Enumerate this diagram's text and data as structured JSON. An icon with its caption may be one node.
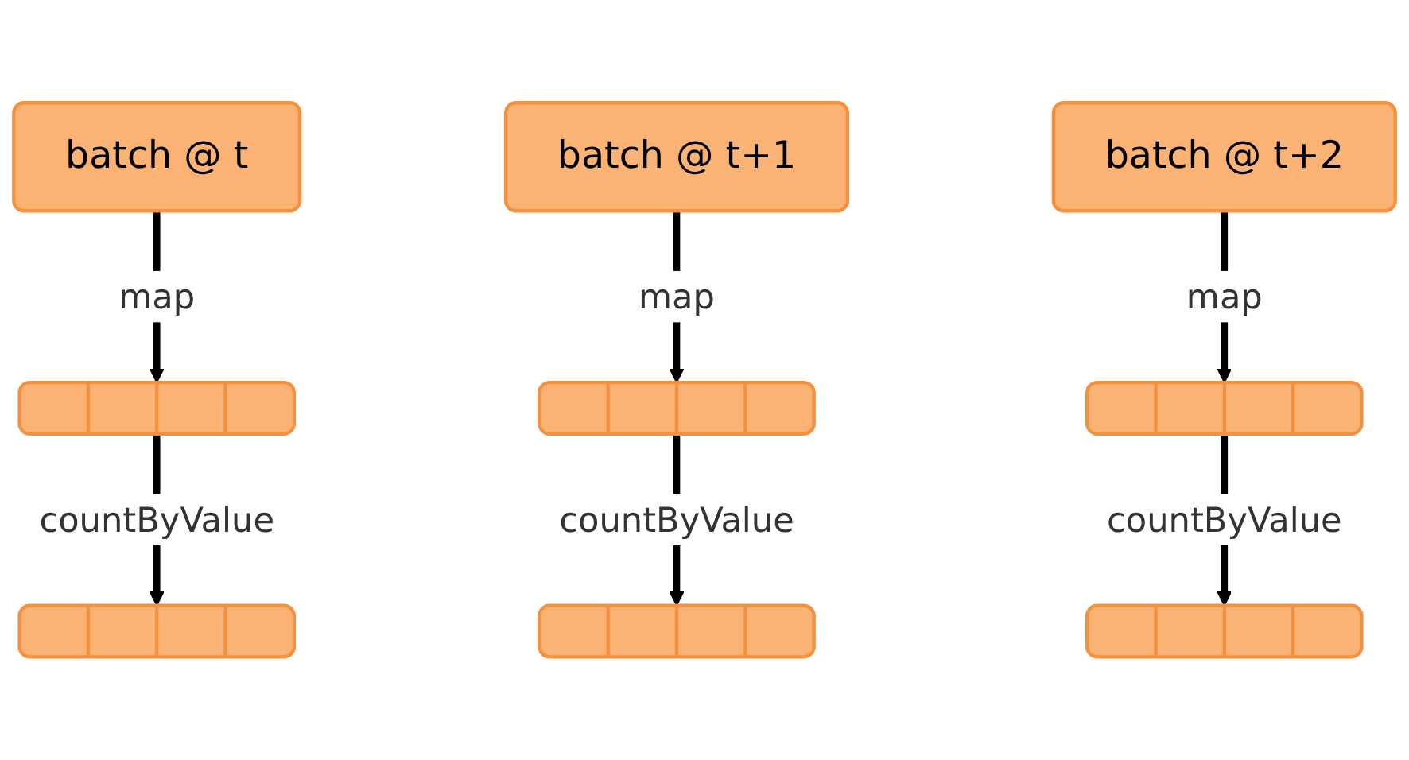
{
  "diagram": {
    "nodes": [
      {
        "text": [
          "batch @ t"
        ]
      },
      {
        "text": [
          "batch @ t+1"
        ]
      },
      {
        "text": [
          "batch @ t+2"
        ]
      },
      {
        "text": [],
        "shape": "bar"
      },
      {
        "text": [],
        "shape": "bar"
      },
      {
        "text": [],
        "shape": "bar"
      },
      {
        "text": [],
        "shape": "bar"
      },
      {
        "text": [],
        "shape": "bar"
      },
      {
        "text": [],
        "shape": "bar"
      }
    ],
    "edges": [
      {
        "from": 0,
        "to": 3,
        "arrow": "to",
        "label": "map"
      },
      {
        "from": 3,
        "to": 6,
        "arrow": "to",
        "label": "countByValue"
      },
      {
        "from": 1,
        "to": 4,
        "arrow": "to",
        "label": "map"
      },
      {
        "from": 4,
        "to": 7,
        "arrow": "to",
        "label": "countByValue"
      },
      {
        "from": 2,
        "to": 5,
        "arrow": "to",
        "label": "map"
      },
      {
        "from": 5,
        "to": 8,
        "arrow": "to",
        "label": "countByValue"
      }
    ]
  }
}
